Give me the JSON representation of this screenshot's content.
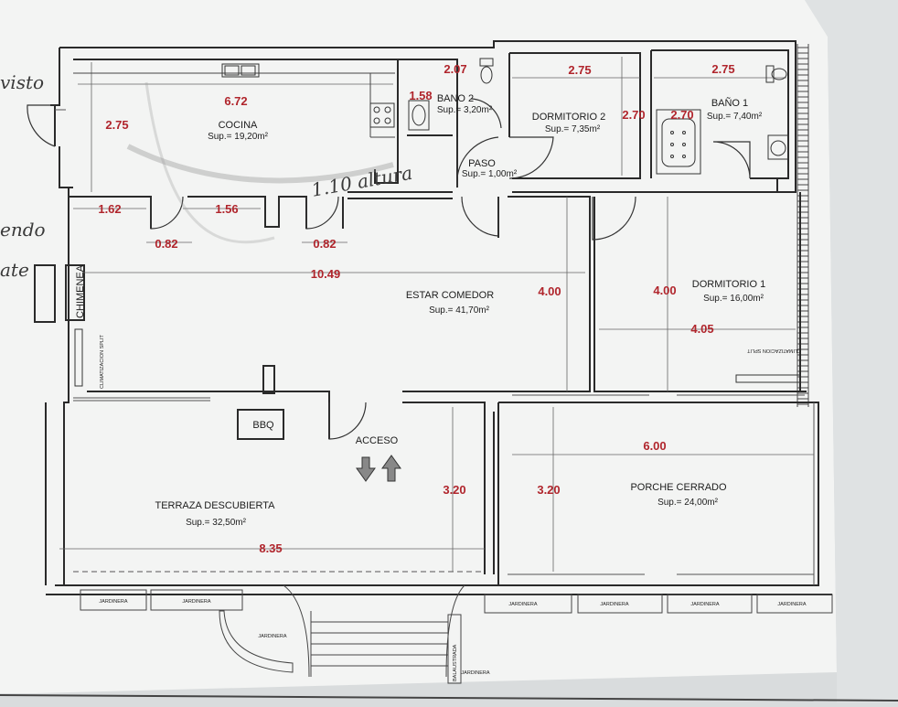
{
  "colors": {
    "paper": "#f4f5f4",
    "wall": "#2a2a2a",
    "dimension": "#b0252c",
    "background": "#d9dcdd"
  },
  "rooms": {
    "cocina": {
      "name": "COCINA",
      "area": "Sup.= 19,20m²"
    },
    "bano2": {
      "name": "BANO 2",
      "area": "Sup.= 3,20m²"
    },
    "dormitorio2": {
      "name": "DORMITORIO 2",
      "area": "Sup.= 7,35m²"
    },
    "bano1": {
      "name": "BAÑO 1",
      "area": "Sup.= 7,40m²"
    },
    "paso": {
      "name": "PASO",
      "area": "Sup.= 1,00m²"
    },
    "estar": {
      "name": "ESTAR COMEDOR",
      "area": "Sup.= 41,70m²"
    },
    "dormitorio1": {
      "name": "DORMITORIO 1",
      "area": "Sup.= 16,00m²"
    },
    "terraza": {
      "name": "TERRAZA DESCUBIERTA",
      "area": "Sup.= 32,50m²"
    },
    "porche": {
      "name": "PORCHE CERRADO",
      "area": "Sup.= 24,00m²"
    }
  },
  "dimensions": {
    "cocina_width": "6.72",
    "cocina_height": "2.75",
    "bano2_width": "2.07",
    "bano2_height": "1.58",
    "dorm2_width": "2.75",
    "dorm2_height": "2.70",
    "bano1_width": "2.75",
    "bano1_height": "2.70",
    "wall_left": "1.62",
    "wall_mid": "1.56",
    "door_left": "0.82",
    "door_mid": "0.82",
    "estar_width": "10.49",
    "estar_height": "4.00",
    "dorm1_height": "4.00",
    "dorm1_width": "4.05",
    "terraza_height": "3.20",
    "porche_height": "3.20",
    "porche_width": "6.00",
    "terraza_width": "8.35"
  },
  "labels": {
    "chimenea": "CHIMENEA",
    "clima_left": "CLIMATIZACION SPLIT",
    "clima_right": "CLIMATIZACION SPLIT",
    "bbq": "BBQ",
    "acceso": "ACCESO",
    "jardinera": "JARDINERA",
    "balaustrada": "BALAUSTRADA"
  },
  "handwriting": {
    "note_altura": "1.10 altura",
    "margin_1": "visto",
    "margin_2": "endo",
    "margin_3": "ate"
  },
  "icons": [
    "sink-icon",
    "stove-icon",
    "toilet-icon",
    "bathtub-icon",
    "washbasin-icon",
    "access-arrows-icon"
  ]
}
